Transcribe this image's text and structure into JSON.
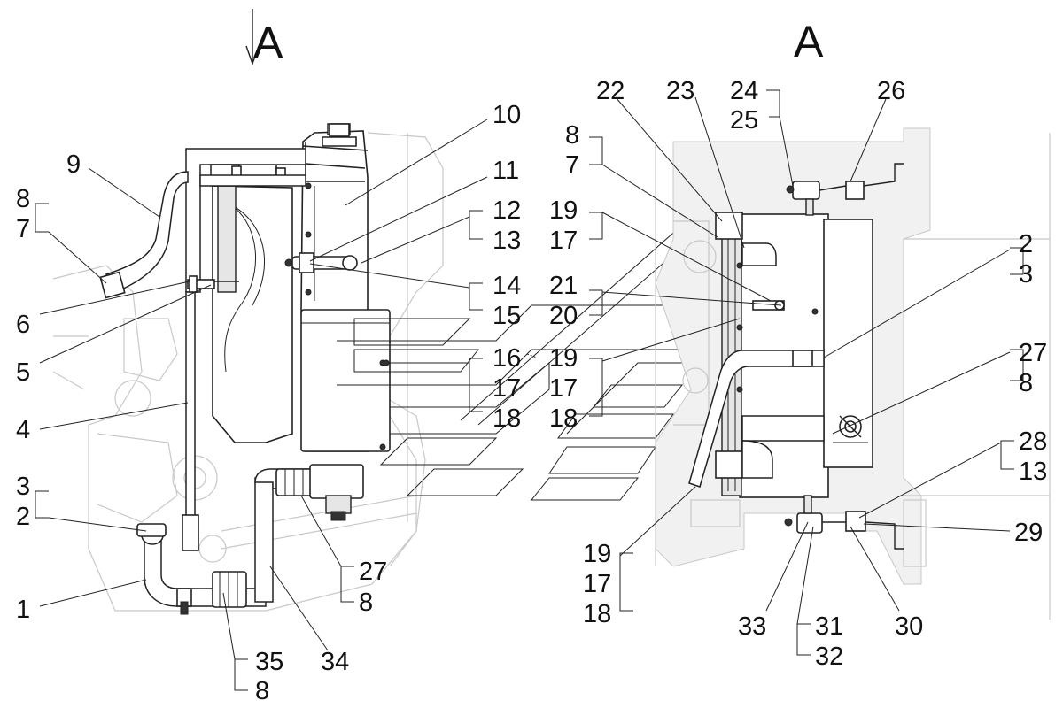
{
  "views": {
    "left_title": "А",
    "right_title": "А"
  },
  "left_labels": {
    "l1": "1",
    "l2": "2",
    "l3": "3",
    "l4": "4",
    "l5": "5",
    "l6": "6",
    "l7": "7",
    "l8": "8",
    "l9": "9",
    "l10": "10",
    "l11": "11",
    "l12": "12",
    "l13": "13",
    "l14": "14",
    "l15": "15",
    "l16": "16",
    "l17": "17",
    "l18": "18",
    "l27": "27",
    "l8b": "8",
    "l34": "34",
    "l35": "35",
    "l8c": "8"
  },
  "right_labels": {
    "r8": "8",
    "r7": "7",
    "r22": "22",
    "r23": "23",
    "r24": "24",
    "r25": "25",
    "r26": "26",
    "r19a": "19",
    "r17a": "17",
    "r21": "21",
    "r20": "20",
    "r2": "2",
    "r3": "3",
    "r19b": "19",
    "r17b": "17",
    "r18b": "18",
    "r27": "27",
    "r8b": "8",
    "r28": "28",
    "r13": "13",
    "r29": "29",
    "r19c": "19",
    "r17c": "17",
    "r18c": "18",
    "r33": "33",
    "r31": "31",
    "r32": "32",
    "r30": "30"
  }
}
